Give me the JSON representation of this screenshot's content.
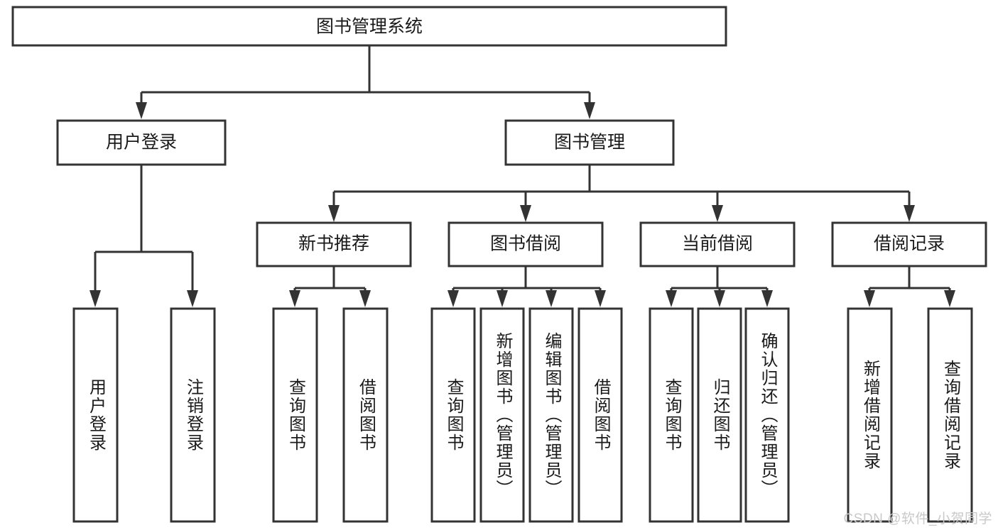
{
  "diagram": {
    "title": "图书管理系统",
    "type": "tree-hierarchy-diagram",
    "colors": {
      "box_stroke": "#333333",
      "box_fill": "#ffffff",
      "text": "#1a1a1a",
      "background": "#ffffff",
      "watermark": "#c9c9c9"
    },
    "root": {
      "label": "图书管理系统"
    },
    "level2": [
      {
        "label": "用户登录"
      },
      {
        "label": "图书管理"
      }
    ],
    "level3": [
      {
        "label": "新书推荐"
      },
      {
        "label": "图书借阅"
      },
      {
        "label": "当前借阅"
      },
      {
        "label": "借阅记录"
      }
    ],
    "leaves": {
      "user_login": [
        {
          "label": "用户登录"
        },
        {
          "label": "注销登录"
        }
      ],
      "new_book_recommend": [
        {
          "label": "查询图书"
        },
        {
          "label": "借阅图书"
        }
      ],
      "book_borrow": [
        {
          "label": "查询图书"
        },
        {
          "label": "新增图书（管理员）"
        },
        {
          "label": "编辑图书（管理员）"
        },
        {
          "label": "借阅图书"
        }
      ],
      "current_borrow": [
        {
          "label": "查询图书"
        },
        {
          "label": "归还图书"
        },
        {
          "label": "确认归还（管理员）"
        }
      ],
      "borrow_record": [
        {
          "label": "新增借阅记录"
        },
        {
          "label": "查询借阅记录"
        }
      ]
    }
  },
  "watermark": {
    "text": "CSDN @软件_小贺同学"
  }
}
